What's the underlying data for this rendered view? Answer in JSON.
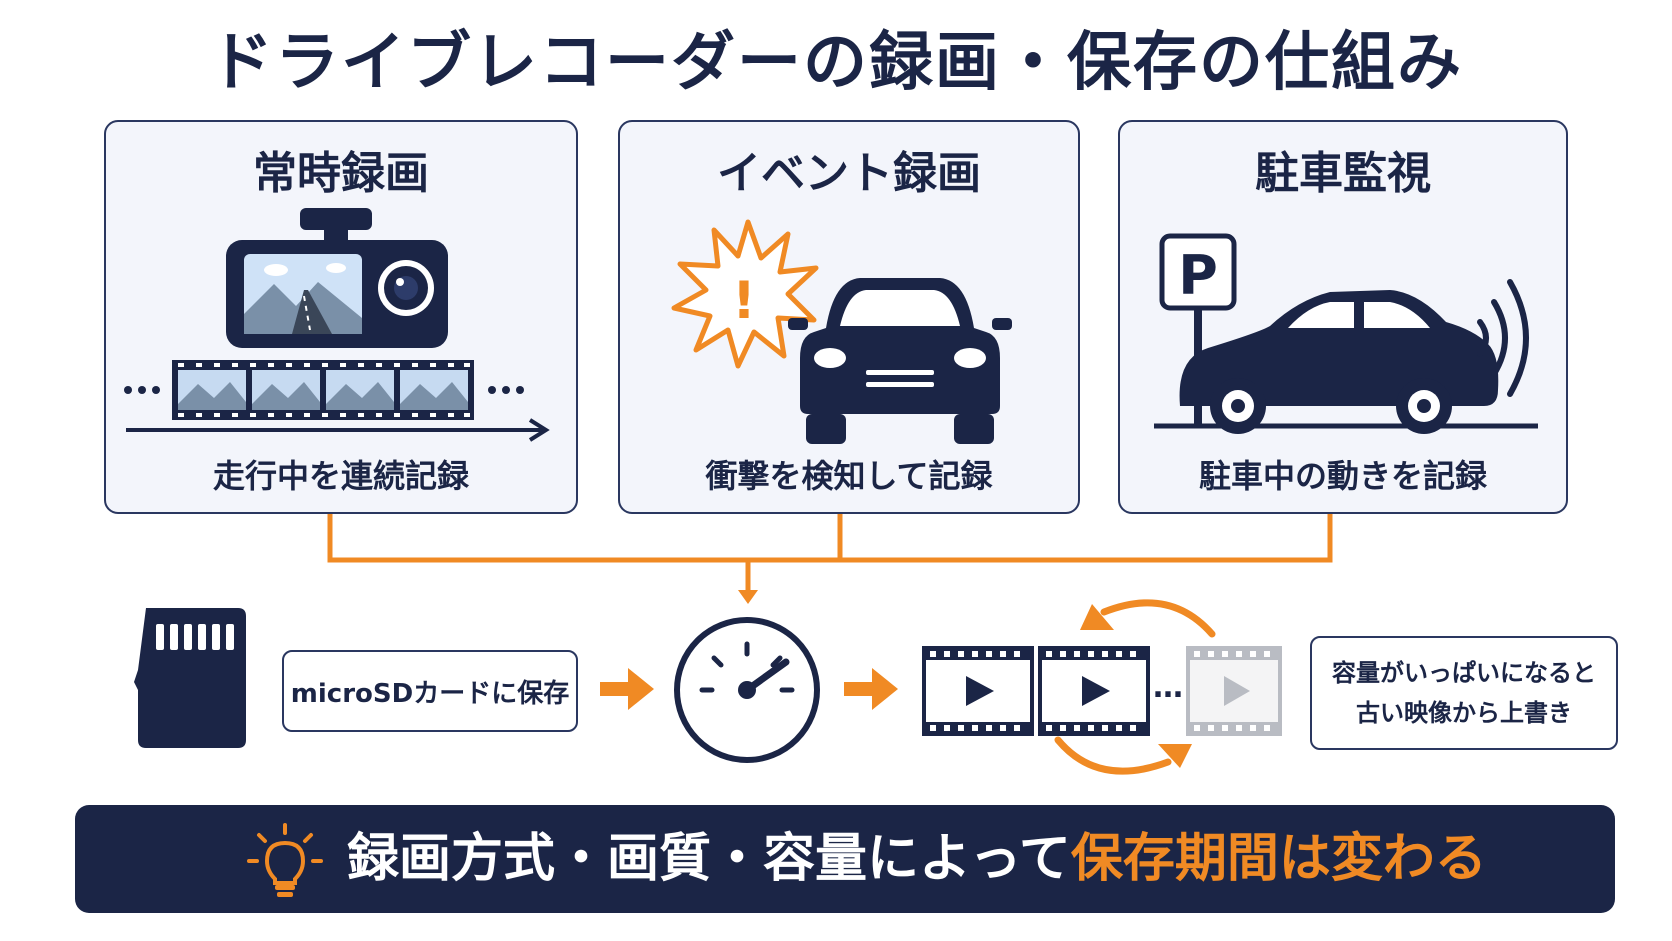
{
  "title": "ドライブレコーダーの録画・保存の仕組み",
  "panels": [
    {
      "title": "常時録画",
      "caption": "走行中を連続記録"
    },
    {
      "title": "イベント録画",
      "caption": "衝撃を検知して記録"
    },
    {
      "title": "駐車監視",
      "caption": "駐車中の動きを記録"
    }
  ],
  "parking_sign_letter": "P",
  "alert_mark": "!",
  "flow": {
    "storage_label": "microSDカードに保存",
    "overwrite_line1": "容量がいっぱいになると",
    "overwrite_line2": "古い映像から上書き",
    "ellipsis": "…"
  },
  "banner": {
    "text_main": "録画方式・画質・容量によって",
    "text_highlight": "保存期間は変わる"
  },
  "icons": {
    "dashcam": "dashcam-icon",
    "film_strip": "film-strip-icon",
    "collision": "collision-burst-icon",
    "car_front": "car-front-icon",
    "parking_sign": "parking-sign-icon",
    "car_side": "car-side-icon",
    "signal_waves": "signal-waves-icon",
    "sd_card": "microsd-card-icon",
    "gauge": "gauge-icon",
    "video": "video-frame-icon",
    "loop": "loop-arrows-icon",
    "bulb": "lightbulb-icon"
  },
  "colors": {
    "navy": "#1b2546",
    "orange": "#f08a24",
    "panel_bg": "#f3f5fb",
    "gray": "#b9bcc3"
  }
}
